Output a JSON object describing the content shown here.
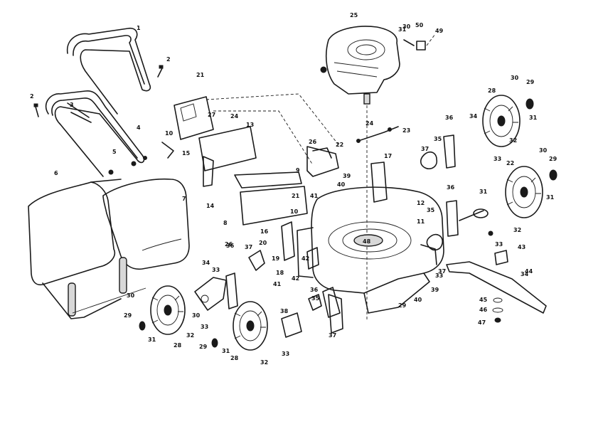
{
  "diagram": {
    "colors": {
      "ink": "#1a1a1a",
      "background": "#ffffff"
    },
    "callouts": [
      {
        "id": "c-1",
        "text": "1"
      },
      {
        "id": "c-2a",
        "text": "2"
      },
      {
        "id": "c-2b",
        "text": "2"
      },
      {
        "id": "c-3",
        "text": "3"
      },
      {
        "id": "c-4",
        "text": "4"
      },
      {
        "id": "c-5",
        "text": "5"
      },
      {
        "id": "c-6",
        "text": "6"
      },
      {
        "id": "c-7",
        "text": "7"
      },
      {
        "id": "c-8",
        "text": "8"
      },
      {
        "id": "c-9",
        "text": "9"
      },
      {
        "id": "c-10a",
        "text": "10"
      },
      {
        "id": "c-10b",
        "text": "10"
      },
      {
        "id": "c-11",
        "text": "11"
      },
      {
        "id": "c-12",
        "text": "12"
      },
      {
        "id": "c-13",
        "text": "13"
      },
      {
        "id": "c-14",
        "text": "14"
      },
      {
        "id": "c-15",
        "text": "15"
      },
      {
        "id": "c-16",
        "text": "16"
      },
      {
        "id": "c-17",
        "text": "17"
      },
      {
        "id": "c-18",
        "text": "18"
      },
      {
        "id": "c-19",
        "text": "19"
      },
      {
        "id": "c-20",
        "text": "20"
      },
      {
        "id": "c-21a",
        "text": "21"
      },
      {
        "id": "c-21b",
        "text": "21"
      },
      {
        "id": "c-22a",
        "text": "22"
      },
      {
        "id": "c-22b",
        "text": "22"
      },
      {
        "id": "c-23",
        "text": "23"
      },
      {
        "id": "c-24a",
        "text": "24"
      },
      {
        "id": "c-24b",
        "text": "24"
      },
      {
        "id": "c-25",
        "text": "25"
      },
      {
        "id": "c-26a",
        "text": "26"
      },
      {
        "id": "c-26b",
        "text": "26"
      },
      {
        "id": "c-27",
        "text": "27"
      },
      {
        "id": "c-28a",
        "text": "28"
      },
      {
        "id": "c-28b",
        "text": "28"
      },
      {
        "id": "c-28c",
        "text": "28"
      },
      {
        "id": "c-29a",
        "text": "29"
      },
      {
        "id": "c-29b",
        "text": "29"
      },
      {
        "id": "c-29c",
        "text": "29"
      },
      {
        "id": "c-29d",
        "text": "29"
      },
      {
        "id": "c-29e",
        "text": "29"
      },
      {
        "id": "c-30a",
        "text": "30"
      },
      {
        "id": "c-30b",
        "text": "30"
      },
      {
        "id": "c-30c",
        "text": "30"
      },
      {
        "id": "c-30d",
        "text": "30"
      },
      {
        "id": "c-30e",
        "text": "30"
      },
      {
        "id": "c-31a",
        "text": "31"
      },
      {
        "id": "c-31b",
        "text": "31"
      },
      {
        "id": "c-31c",
        "text": "31"
      },
      {
        "id": "c-31d",
        "text": "31"
      },
      {
        "id": "c-31e",
        "text": "31"
      },
      {
        "id": "c-31f",
        "text": "31"
      },
      {
        "id": "c-32a",
        "text": "32"
      },
      {
        "id": "c-32b",
        "text": "32"
      },
      {
        "id": "c-32c",
        "text": "32"
      },
      {
        "id": "c-32d",
        "text": "32"
      },
      {
        "id": "c-33a",
        "text": "33"
      },
      {
        "id": "c-33b",
        "text": "33"
      },
      {
        "id": "c-33c",
        "text": "33"
      },
      {
        "id": "c-33d",
        "text": "33"
      },
      {
        "id": "c-33e",
        "text": "33"
      },
      {
        "id": "c-33f",
        "text": "33"
      },
      {
        "id": "c-34a",
        "text": "34"
      },
      {
        "id": "c-34b",
        "text": "34"
      },
      {
        "id": "c-34c",
        "text": "34"
      },
      {
        "id": "c-35a",
        "text": "35"
      },
      {
        "id": "c-35b",
        "text": "35"
      },
      {
        "id": "c-35c",
        "text": "35"
      },
      {
        "id": "c-36a",
        "text": "36"
      },
      {
        "id": "c-36b",
        "text": "36"
      },
      {
        "id": "c-36c",
        "text": "36"
      },
      {
        "id": "c-36d",
        "text": "36"
      },
      {
        "id": "c-37a",
        "text": "37"
      },
      {
        "id": "c-37b",
        "text": "37"
      },
      {
        "id": "c-37c",
        "text": "37"
      },
      {
        "id": "c-37d",
        "text": "37"
      },
      {
        "id": "c-38",
        "text": "38"
      },
      {
        "id": "c-39a",
        "text": "39"
      },
      {
        "id": "c-39b",
        "text": "39"
      },
      {
        "id": "c-40a",
        "text": "40"
      },
      {
        "id": "c-40b",
        "text": "40"
      },
      {
        "id": "c-41a",
        "text": "41"
      },
      {
        "id": "c-41b",
        "text": "41"
      },
      {
        "id": "c-42a",
        "text": "42"
      },
      {
        "id": "c-42b",
        "text": "42"
      },
      {
        "id": "c-43",
        "text": "43"
      },
      {
        "id": "c-44",
        "text": "44"
      },
      {
        "id": "c-45",
        "text": "45"
      },
      {
        "id": "c-46",
        "text": "46"
      },
      {
        "id": "c-47",
        "text": "47"
      },
      {
        "id": "c-48",
        "text": "48"
      },
      {
        "id": "c-49",
        "text": "49"
      },
      {
        "id": "c-50",
        "text": "50"
      }
    ]
  }
}
